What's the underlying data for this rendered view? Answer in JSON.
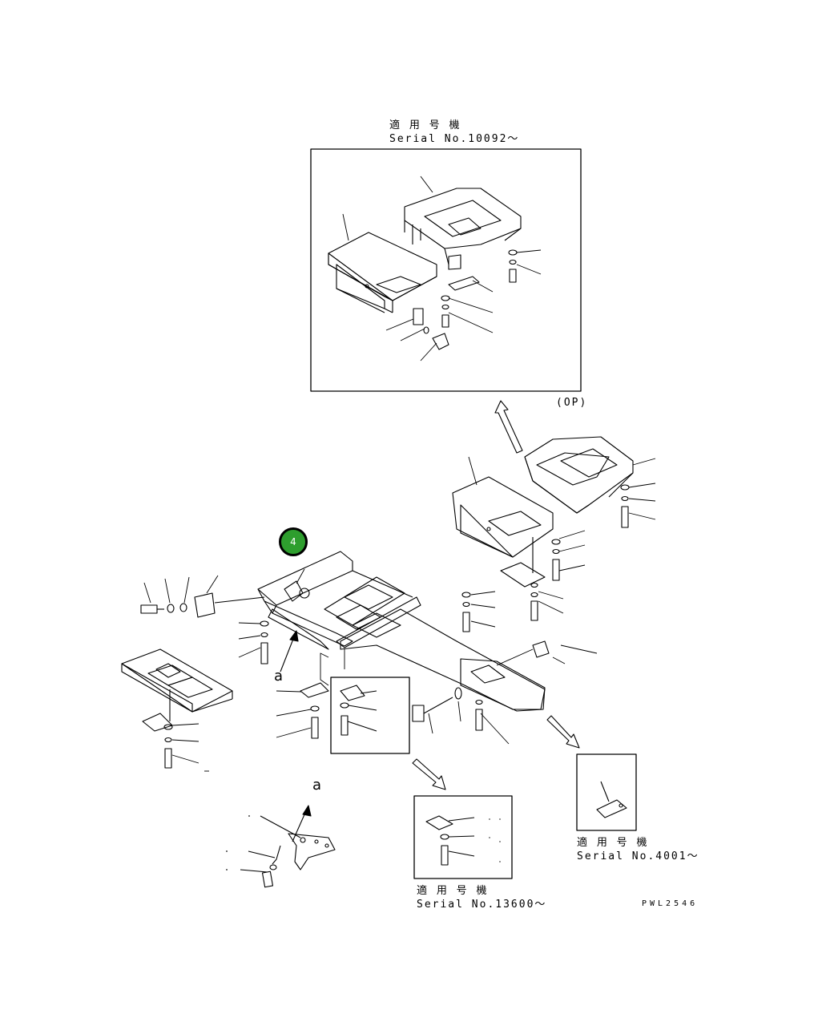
{
  "callout": {
    "number": "4",
    "color": "#2e9e2e"
  },
  "boxes": {
    "top": {
      "label_jp": "適 用 号 機",
      "label_serial": "Serial No.10092～",
      "tag": "(OP)"
    },
    "bottom_center": {
      "label_jp": "適 用 号 機",
      "label_serial": "Serial No.13600～"
    },
    "bottom_right": {
      "label_jp": "適 用 号 機",
      "label_serial": "Serial No.4001～"
    }
  },
  "detail": {
    "ref_letter": "a",
    "view_letter": "a"
  },
  "drawing_code": "PWL2546",
  "icons": {
    "arrow": "hollow-arrow-icon"
  }
}
